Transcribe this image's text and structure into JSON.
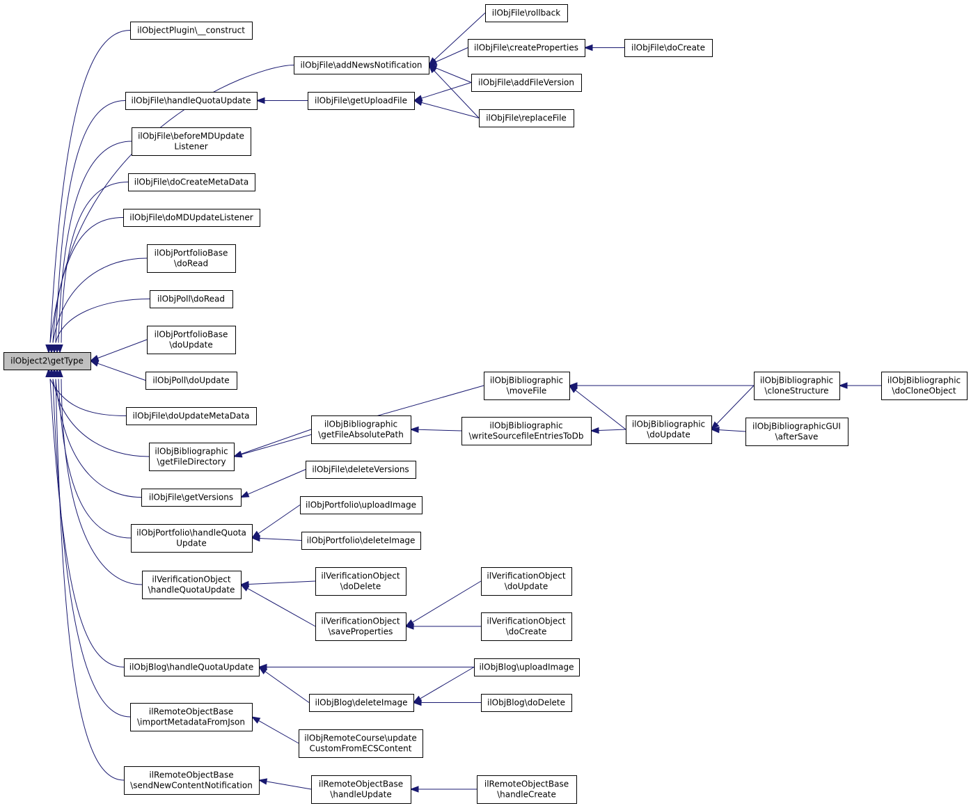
{
  "diagram": {
    "type": "call-graph",
    "edge_color": "#191970",
    "root_fill": "#bfbfbf",
    "nodes": [
      {
        "id": "getType",
        "lines": [
          "ilObject2\\getType"
        ],
        "root": true
      },
      {
        "id": "pluginConstruct",
        "lines": [
          "ilObjectPlugin\\__construct"
        ]
      },
      {
        "id": "addNewsNotification",
        "lines": [
          "ilObjFile\\addNewsNotification"
        ]
      },
      {
        "id": "rollback",
        "lines": [
          "ilObjFile\\rollback"
        ]
      },
      {
        "id": "createProperties",
        "lines": [
          "ilObjFile\\createProperties"
        ]
      },
      {
        "id": "fileDoCreate",
        "lines": [
          "ilObjFile\\doCreate"
        ]
      },
      {
        "id": "addFileVersion",
        "lines": [
          "ilObjFile\\addFileVersion"
        ]
      },
      {
        "id": "fileHandleQuota",
        "lines": [
          "ilObjFile\\handleQuotaUpdate"
        ]
      },
      {
        "id": "getUploadFile",
        "lines": [
          "ilObjFile\\getUploadFile"
        ]
      },
      {
        "id": "replaceFile",
        "lines": [
          "ilObjFile\\replaceFile"
        ]
      },
      {
        "id": "beforeMD",
        "lines": [
          "ilObjFile\\beforeMDUpdate",
          "Listener"
        ]
      },
      {
        "id": "doCreateMeta",
        "lines": [
          "ilObjFile\\doCreateMetaData"
        ]
      },
      {
        "id": "doMDUpdate",
        "lines": [
          "ilObjFile\\doMDUpdateListener"
        ]
      },
      {
        "id": "portfolioBaseDoRead",
        "lines": [
          "ilObjPortfolioBase",
          "\\doRead"
        ]
      },
      {
        "id": "pollDoRead",
        "lines": [
          "ilObjPoll\\doRead"
        ]
      },
      {
        "id": "portfolioBaseDoUpdate",
        "lines": [
          "ilObjPortfolioBase",
          "\\doUpdate"
        ]
      },
      {
        "id": "pollDoUpdate",
        "lines": [
          "ilObjPoll\\doUpdate"
        ]
      },
      {
        "id": "doUpdateMeta",
        "lines": [
          "ilObjFile\\doUpdateMetaData"
        ]
      },
      {
        "id": "biblioGetFileDir",
        "lines": [
          "ilObjBibliographic",
          "\\getFileDirectory"
        ]
      },
      {
        "id": "biblioMoveFile",
        "lines": [
          "ilObjBibliographic",
          "\\moveFile"
        ]
      },
      {
        "id": "biblioGetFileAbs",
        "lines": [
          "ilObjBibliographic",
          "\\getFileAbsolutePath"
        ]
      },
      {
        "id": "biblioWriteSource",
        "lines": [
          "ilObjBibliographic",
          "\\writeSourcefileEntriesToDb"
        ]
      },
      {
        "id": "biblioDoUpdate",
        "lines": [
          "ilObjBibliographic",
          "\\doUpdate"
        ]
      },
      {
        "id": "biblioClone",
        "lines": [
          "ilObjBibliographic",
          "\\cloneStructure"
        ]
      },
      {
        "id": "biblioDoClone",
        "lines": [
          "ilObjBibliographic",
          "\\doCloneObject"
        ]
      },
      {
        "id": "biblioGuiAfterSave",
        "lines": [
          "ilObjBibliographicGUI",
          "\\afterSave"
        ]
      },
      {
        "id": "fileGetVersions",
        "lines": [
          "ilObjFile\\getVersions"
        ]
      },
      {
        "id": "fileDeleteVersions",
        "lines": [
          "ilObjFile\\deleteVersions"
        ]
      },
      {
        "id": "portfolioHandleQuota",
        "lines": [
          "ilObjPortfolio\\handleQuota",
          "Update"
        ]
      },
      {
        "id": "portfolioUploadImage",
        "lines": [
          "ilObjPortfolio\\uploadImage"
        ]
      },
      {
        "id": "portfolioDeleteImage",
        "lines": [
          "ilObjPortfolio\\deleteImage"
        ]
      },
      {
        "id": "verifHandleQuota",
        "lines": [
          "ilVerificationObject",
          "\\handleQuotaUpdate"
        ]
      },
      {
        "id": "verifDoDelete",
        "lines": [
          "ilVerificationObject",
          "\\doDelete"
        ]
      },
      {
        "id": "verifSaveProps",
        "lines": [
          "ilVerificationObject",
          "\\saveProperties"
        ]
      },
      {
        "id": "verifDoUpdate",
        "lines": [
          "ilVerificationObject",
          "\\doUpdate"
        ]
      },
      {
        "id": "verifDoCreate",
        "lines": [
          "ilVerificationObject",
          "\\doCreate"
        ]
      },
      {
        "id": "blogHandleQuota",
        "lines": [
          "ilObjBlog\\handleQuotaUpdate"
        ]
      },
      {
        "id": "blogUploadImage",
        "lines": [
          "ilObjBlog\\uploadImage"
        ]
      },
      {
        "id": "blogDeleteImage",
        "lines": [
          "ilObjBlog\\deleteImage"
        ]
      },
      {
        "id": "blogDoDelete",
        "lines": [
          "ilObjBlog\\doDelete"
        ]
      },
      {
        "id": "remoteImportMeta",
        "lines": [
          "ilRemoteObjectBase",
          "\\importMetadataFromJson"
        ]
      },
      {
        "id": "remoteCourseUpdate",
        "lines": [
          "ilObjRemoteCourse\\update",
          "CustomFromECSContent"
        ]
      },
      {
        "id": "remoteSendNotif",
        "lines": [
          "ilRemoteObjectBase",
          "\\sendNewContentNotification"
        ]
      },
      {
        "id": "remoteHandleUpdate",
        "lines": [
          "ilRemoteObjectBase",
          "\\handleUpdate"
        ]
      },
      {
        "id": "remoteHandleCreate",
        "lines": [
          "ilRemoteObjectBase",
          "\\handleCreate"
        ]
      }
    ],
    "edges": [
      {
        "from": "pluginConstruct",
        "to": "getType"
      },
      {
        "from": "addNewsNotification",
        "to": "getType"
      },
      {
        "from": "fileHandleQuota",
        "to": "getType"
      },
      {
        "from": "beforeMD",
        "to": "getType"
      },
      {
        "from": "doCreateMeta",
        "to": "getType"
      },
      {
        "from": "doMDUpdate",
        "to": "getType"
      },
      {
        "from": "portfolioBaseDoRead",
        "to": "getType"
      },
      {
        "from": "pollDoRead",
        "to": "getType"
      },
      {
        "from": "portfolioBaseDoUpdate",
        "to": "getType"
      },
      {
        "from": "pollDoUpdate",
        "to": "getType"
      },
      {
        "from": "doUpdateMeta",
        "to": "getType"
      },
      {
        "from": "biblioGetFileDir",
        "to": "getType"
      },
      {
        "from": "fileGetVersions",
        "to": "getType"
      },
      {
        "from": "portfolioHandleQuota",
        "to": "getType"
      },
      {
        "from": "verifHandleQuota",
        "to": "getType"
      },
      {
        "from": "blogHandleQuota",
        "to": "getType"
      },
      {
        "from": "remoteImportMeta",
        "to": "getType"
      },
      {
        "from": "remoteSendNotif",
        "to": "getType"
      },
      {
        "from": "rollback",
        "to": "addNewsNotification"
      },
      {
        "from": "createProperties",
        "to": "addNewsNotification"
      },
      {
        "from": "addFileVersion",
        "to": "addNewsNotification"
      },
      {
        "from": "replaceFile",
        "to": "addNewsNotification"
      },
      {
        "from": "fileDoCreate",
        "to": "createProperties"
      },
      {
        "from": "getUploadFile",
        "to": "fileHandleQuota"
      },
      {
        "from": "addFileVersion",
        "to": "getUploadFile"
      },
      {
        "from": "replaceFile",
        "to": "getUploadFile"
      },
      {
        "from": "biblioMoveFile",
        "to": "biblioGetFileDir"
      },
      {
        "from": "biblioGetFileAbs",
        "to": "biblioGetFileDir"
      },
      {
        "from": "biblioClone",
        "to": "biblioMoveFile"
      },
      {
        "from": "biblioDoUpdate",
        "to": "biblioMoveFile"
      },
      {
        "from": "biblioWriteSource",
        "to": "biblioGetFileAbs"
      },
      {
        "from": "biblioDoUpdate",
        "to": "biblioWriteSource"
      },
      {
        "from": "biblioClone",
        "to": "biblioDoUpdate"
      },
      {
        "from": "biblioGuiAfterSave",
        "to": "biblioDoUpdate"
      },
      {
        "from": "biblioDoClone",
        "to": "biblioClone"
      },
      {
        "from": "fileDeleteVersions",
        "to": "fileGetVersions"
      },
      {
        "from": "portfolioUploadImage",
        "to": "portfolioHandleQuota"
      },
      {
        "from": "portfolioDeleteImage",
        "to": "portfolioHandleQuota"
      },
      {
        "from": "verifDoDelete",
        "to": "verifHandleQuota"
      },
      {
        "from": "verifSaveProps",
        "to": "verifHandleQuota"
      },
      {
        "from": "verifDoUpdate",
        "to": "verifSaveProps"
      },
      {
        "from": "verifDoCreate",
        "to": "verifSaveProps"
      },
      {
        "from": "blogUploadImage",
        "to": "blogHandleQuota"
      },
      {
        "from": "blogDeleteImage",
        "to": "blogHandleQuota"
      },
      {
        "from": "blogUploadImage",
        "to": "blogDeleteImage"
      },
      {
        "from": "blogDoDelete",
        "to": "blogDeleteImage"
      },
      {
        "from": "remoteCourseUpdate",
        "to": "remoteImportMeta"
      },
      {
        "from": "remoteHandleUpdate",
        "to": "remoteSendNotif"
      },
      {
        "from": "remoteHandleCreate",
        "to": "remoteHandleUpdate"
      }
    ]
  }
}
